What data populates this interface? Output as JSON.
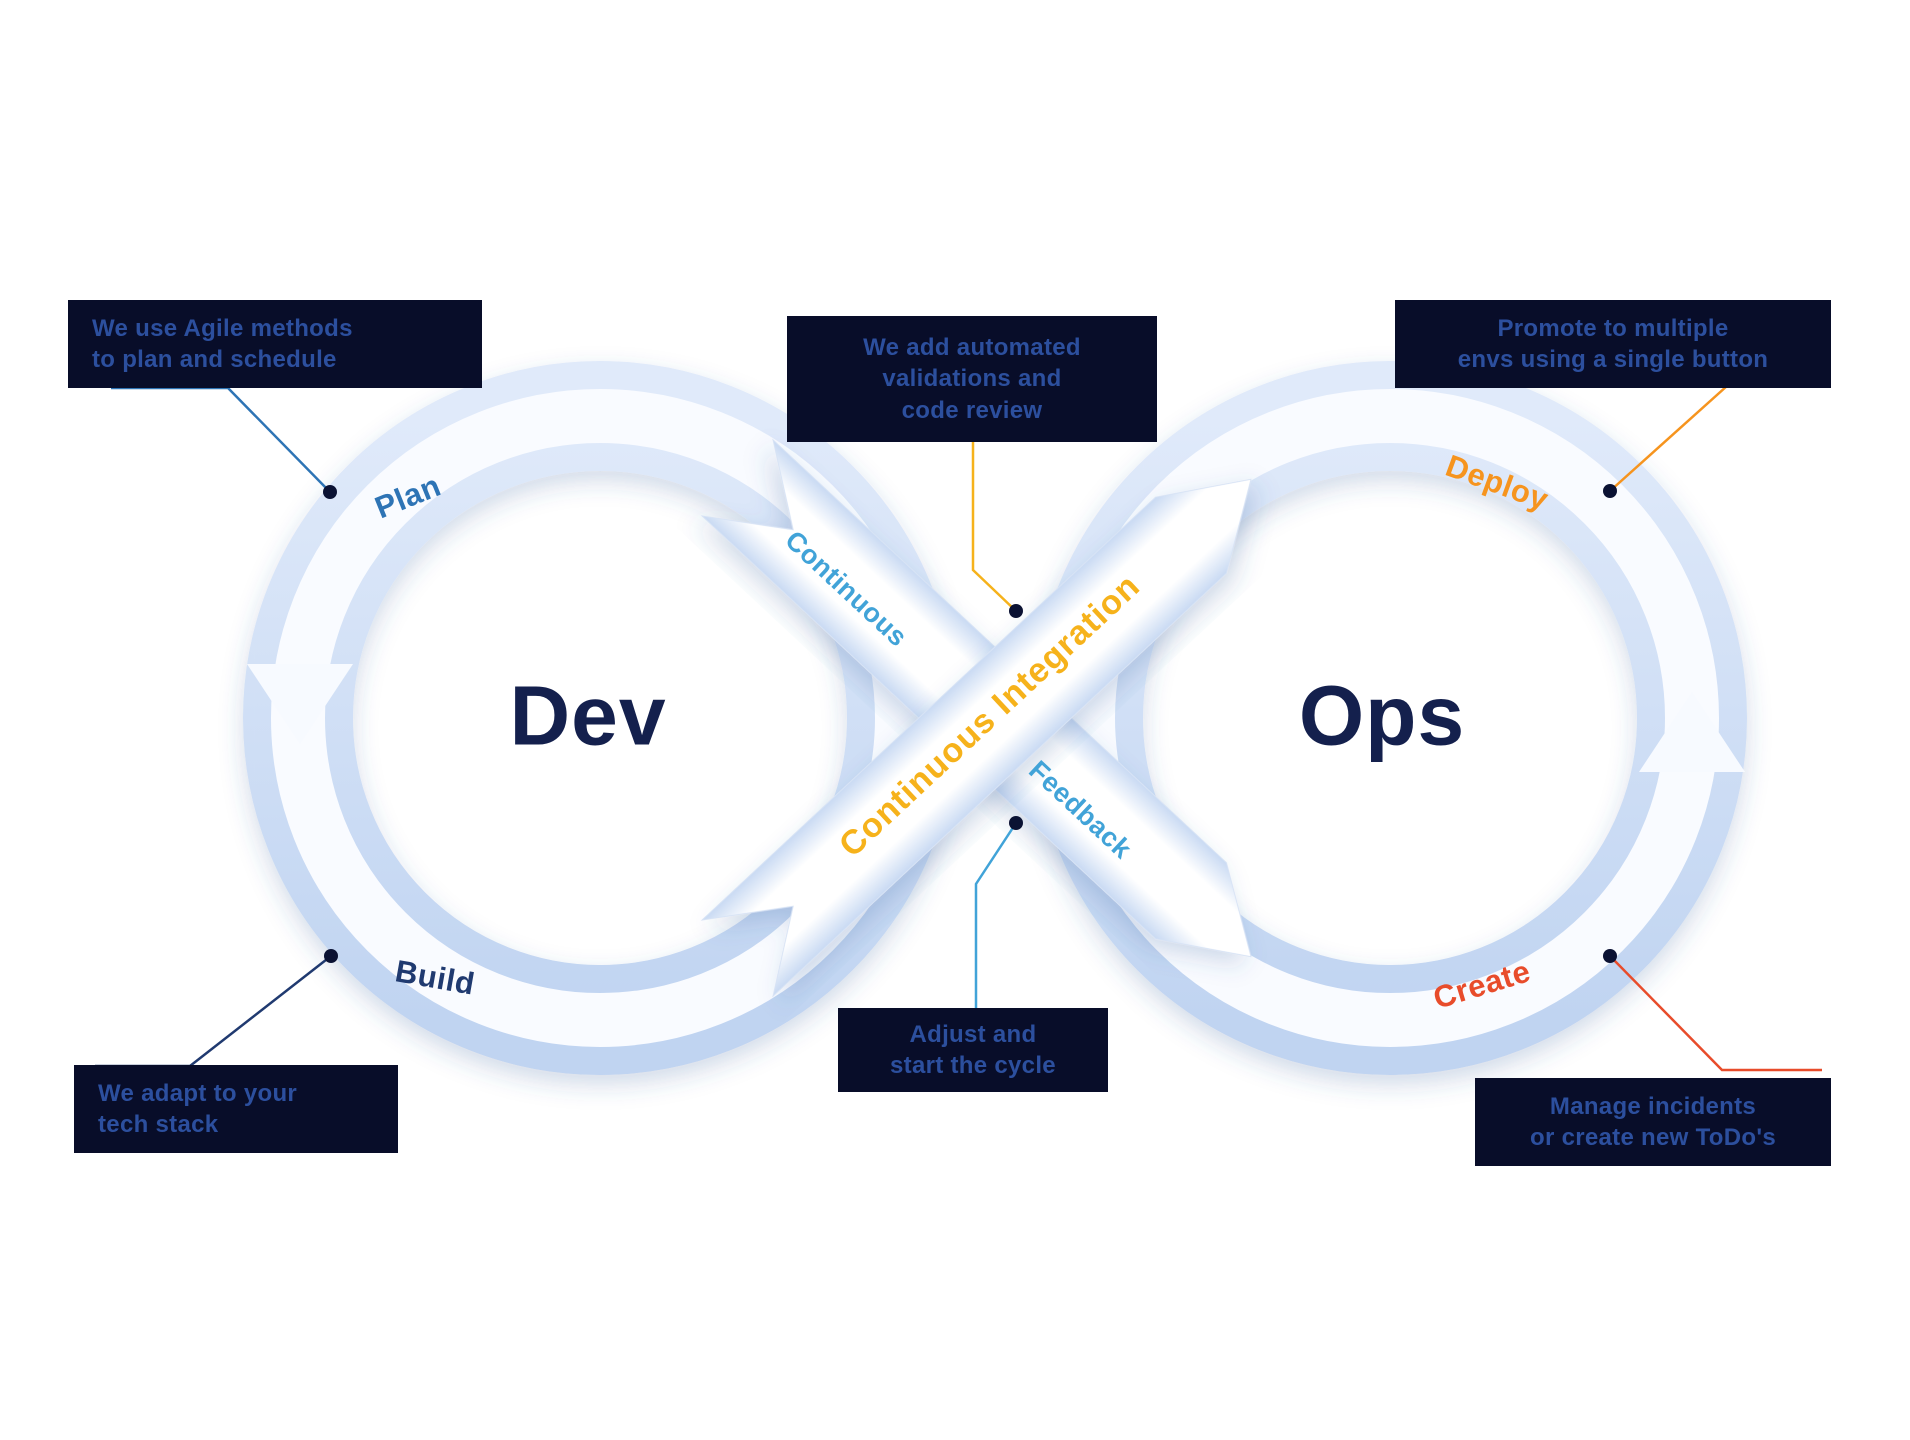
{
  "diagram": {
    "dev_title": "Dev",
    "ops_title": "Ops",
    "labels": {
      "plan": "Plan",
      "build": "Build",
      "deploy": "Deploy",
      "create": "Create",
      "continuous": "Continuous",
      "feedback": "Feedback",
      "continuous_integration": "Continuous Integration"
    },
    "callouts": {
      "agile": "We use Agile methods\nto plan and schedule",
      "validations": "We add automated\nvalidations and\ncode review",
      "promote": "Promote to multiple\nenvs using a single button",
      "adapt": "We adapt to your\ntech stack",
      "adjust": "Adjust and\nstart the cycle",
      "incidents": "Manage incidents\nor create new ToDo's"
    },
    "colors": {
      "plan_label": "#2e74b5",
      "build_label": "#203a70",
      "deploy_label": "#f6941e",
      "create_label": "#e84c2b",
      "continuous_label": "#41a3d8",
      "continuous_integration_label": "#f6b21b",
      "loop_ribbon_edge": "#c4d7f2",
      "loop_ribbon_highlight": "#f9fbff",
      "callout_background": "#080d29",
      "callout_text": "#2c4f9e",
      "title_text": "#14204d",
      "connector_plan": "#2e74b5",
      "connector_validations": "#f6b21b",
      "connector_promote": "#f6941e",
      "connector_adapt": "#203a70",
      "connector_adjust": "#41a3d8",
      "connector_incidents": "#e84c2b"
    }
  }
}
